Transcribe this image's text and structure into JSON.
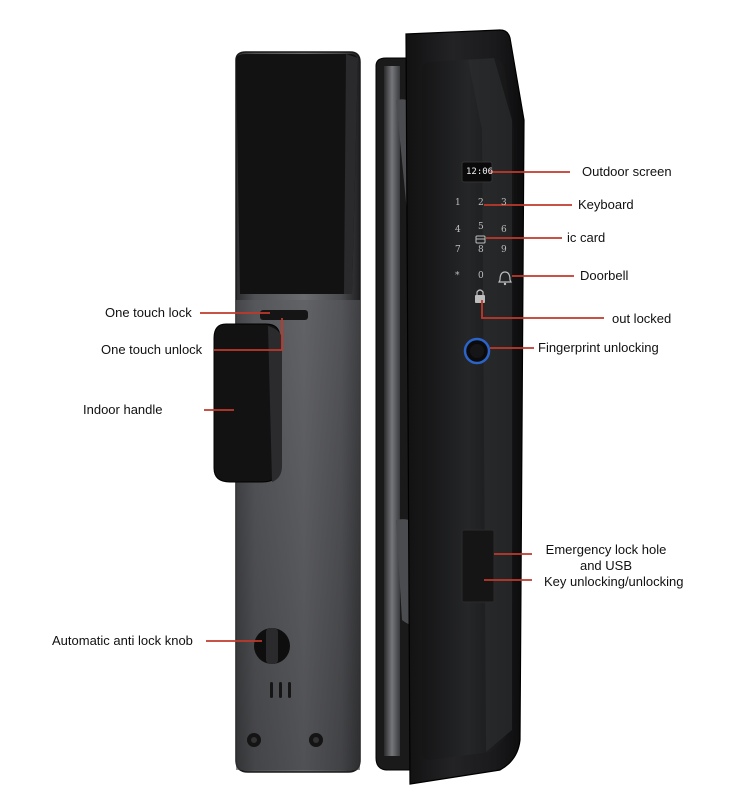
{
  "device": {
    "screen_time": "12:06",
    "keypad": [
      "1",
      "2",
      "3",
      "4",
      "5",
      "6",
      "7",
      "8",
      "9",
      "*",
      "0"
    ]
  },
  "labels": {
    "outdoor_screen": "Outdoor screen",
    "keyboard": "Keyboard",
    "ic_card": "ic card",
    "doorbell": "Doorbell",
    "out_locked": "out locked",
    "fingerprint_unlocking": "Fingerprint unlocking",
    "emergency_line1": "Emergency lock hole",
    "emergency_line2": "and USB",
    "key_unlocking": "Key unlocking/unlocking",
    "one_touch_lock": "One touch lock",
    "one_touch_unlock": "One touch unlock",
    "indoor_handle": "Indoor handle",
    "anti_lock_knob": "Automatic anti lock knob"
  },
  "colors": {
    "callout_line": "#c0392b",
    "body_dark": "#1a1a1c",
    "body_panel": "#3a3b3e"
  }
}
